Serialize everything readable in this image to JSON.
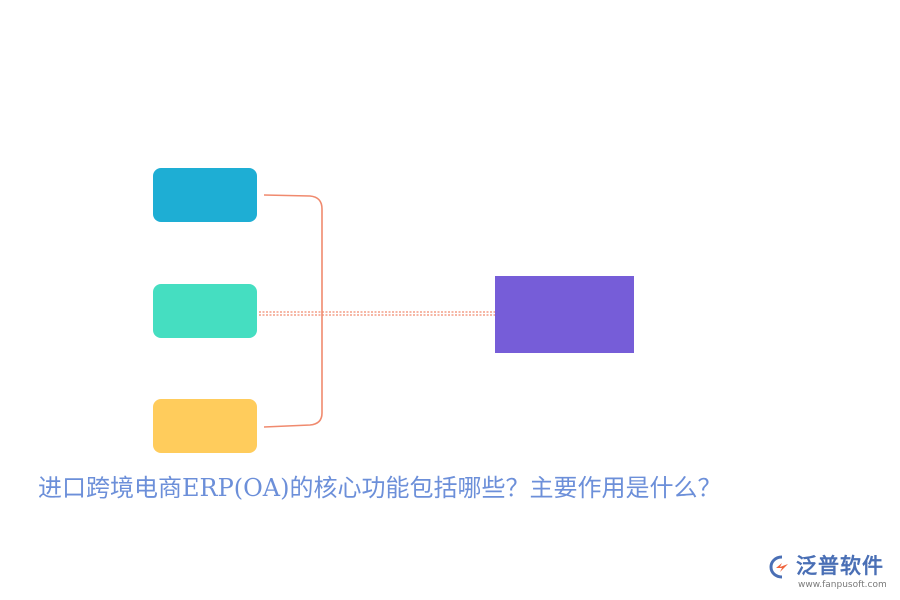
{
  "diagram": {
    "caption": "进口跨境电商ERP(OA)的核心功能包括哪些？主要作用是什么？",
    "nodes": [
      {
        "id": "node-blue",
        "label": "",
        "color": "#1EAED4"
      },
      {
        "id": "node-green",
        "label": "",
        "color": "#45DEC1"
      },
      {
        "id": "node-yellow",
        "label": "",
        "color": "#FFCC5C"
      },
      {
        "id": "node-target",
        "label": "",
        "color": "#765DD8"
      }
    ],
    "connector_color": "#F08A6E"
  },
  "colors": {
    "caption": "#6C8FD9",
    "logo_primary": "#4A6FB5",
    "logo_accent": "#F0643C",
    "logo_url": "#7A7A7A"
  },
  "logo": {
    "name": "泛普软件",
    "url": "www.fanpusoft.com",
    "icon": "fanpu-logo-icon"
  }
}
